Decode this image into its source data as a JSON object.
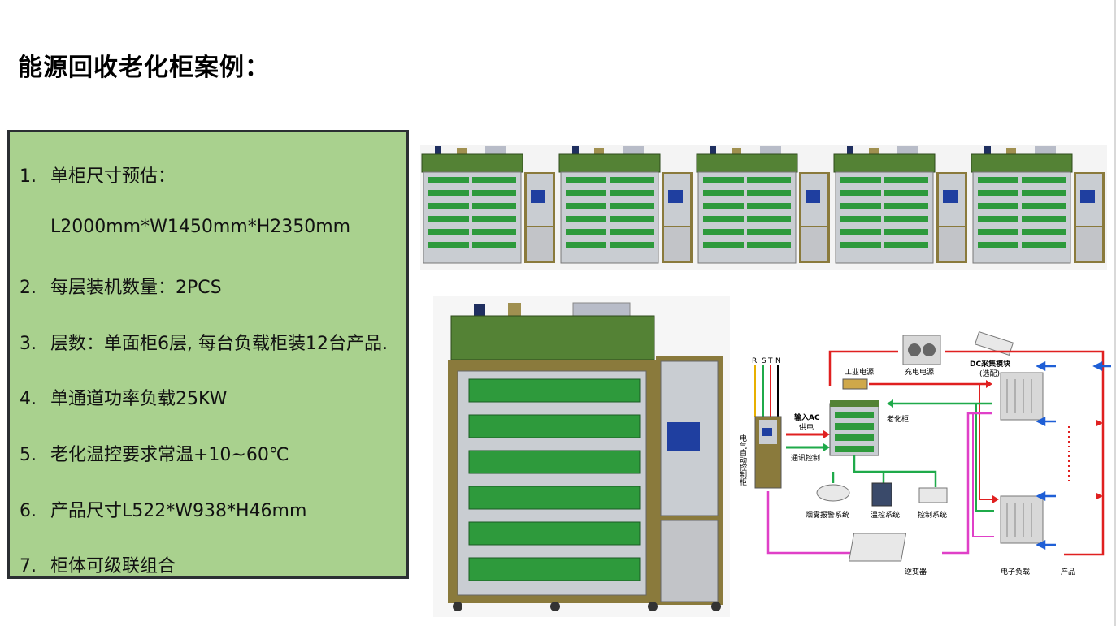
{
  "slide": {
    "title": "能源回收老化柜案例："
  },
  "spec_list": {
    "items": [
      {
        "num": "1.",
        "text": "单柜尺寸预估："
      },
      {
        "num": "",
        "text": "L2000mm*W1450mm*H2350mm"
      },
      {
        "num": "2.",
        "text": "每层装机数量：2PCS"
      },
      {
        "num": "3.",
        "text": "层数：单面柜6层, 每台负载柜装12台产品."
      },
      {
        "num": "4.",
        "text": "单通道功率负载25KW"
      },
      {
        "num": "5.",
        "text": "老化温控要求常温+10~60℃"
      },
      {
        "num": "6.",
        "text": "产品尺寸L522*W938*H46mm"
      },
      {
        "num": "7.",
        "text": "柜体可级联组合"
      }
    ]
  },
  "diagram": {
    "phase_labels": [
      "R",
      "S",
      "T",
      "N"
    ],
    "ac_input": "输入AC",
    "supply": "供电",
    "comm_control": "通讯控制",
    "industrial_power": "工业电源",
    "charging_power": "充电电源",
    "dc_module": "DC采集模块",
    "optional": "(选配)",
    "aging_cabinet": "老化柜",
    "auto_control_cabinet": "电气自动控制柜",
    "smoke_alarm": "烟雾报警系统",
    "temp_control": "温控系统",
    "control_system": "控制系统",
    "inverter": "逆变器",
    "electronic_load": "电子负载",
    "product": "产品"
  },
  "colors": {
    "panel_bg": "#a9d18e",
    "cabinet_top": "#548235",
    "cabinet_frame": "#8a7a3c",
    "red_line": "#e02020",
    "green_line": "#1faa4a",
    "magenta_line": "#e040c8",
    "blue_arrow": "#1f5fd6"
  }
}
